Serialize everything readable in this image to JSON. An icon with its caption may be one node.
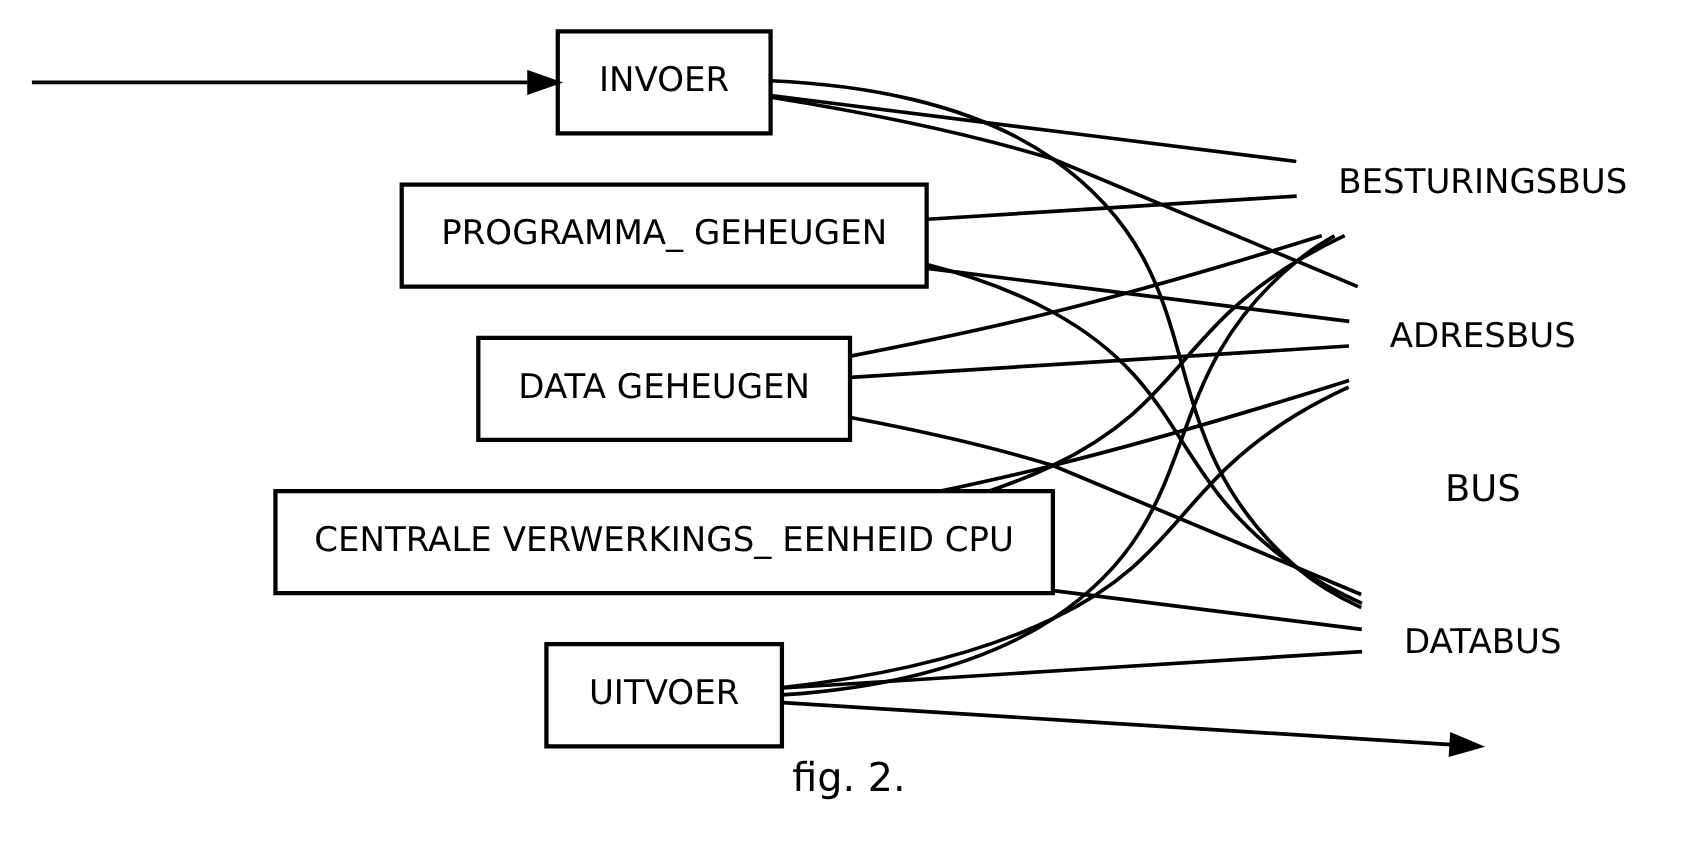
{
  "diagram": {
    "caption": "fig. 2.",
    "nodes": [
      {
        "text": [
          "PROGRAMMA_ GEHEUGEN"
        ]
      },
      {
        "text": [
          "DATA GEHEUGEN"
        ]
      },
      {
        "text": [
          "CENTRALE VERWERKINGS_ EENHEID CPU"
        ]
      },
      {
        "text": [
          "DATABUS"
        ]
      },
      {
        "text": [
          "ADRESBUS"
        ]
      },
      {
        "text": [
          "BESTURINGSBUS"
        ]
      },
      {
        "text": [
          "INVOER"
        ]
      },
      {
        "text": [
          "UITVOER"
        ]
      }
    ],
    "edges": [
      {
        "from": 2,
        "to": 3,
        "arrow": "none"
      },
      {
        "from": 2,
        "to": 4,
        "arrow": "none"
      },
      {
        "from": 2,
        "to": 5,
        "arrow": "none"
      },
      {
        "from": 0,
        "to": 3,
        "arrow": "none"
      },
      {
        "from": 0,
        "to": 4,
        "arrow": "none"
      },
      {
        "from": 0,
        "to": 5,
        "arrow": "none"
      },
      {
        "from": 1,
        "to": 3,
        "arrow": "none"
      },
      {
        "from": 1,
        "to": 4,
        "arrow": "none"
      },
      {
        "from": 1,
        "to": 5,
        "arrow": "none"
      },
      {
        "from": 6,
        "to": 3,
        "arrow": "none"
      },
      {
        "from": 6,
        "to": 4,
        "arrow": "none"
      },
      {
        "from": 6,
        "to": 5,
        "arrow": "none"
      },
      {
        "from": 7,
        "to": 3,
        "arrow": "none"
      },
      {
        "from": 7,
        "to": 4,
        "arrow": "none"
      },
      {
        "from": 7,
        "to": 5,
        "arrow": "none"
      },
      {
        "from": null,
        "to": 6,
        "arrow": "to"
      },
      {
        "from": 7,
        "to": null,
        "arrow": "to"
      }
    ],
    "labels": [
      "BUS"
    ]
  }
}
